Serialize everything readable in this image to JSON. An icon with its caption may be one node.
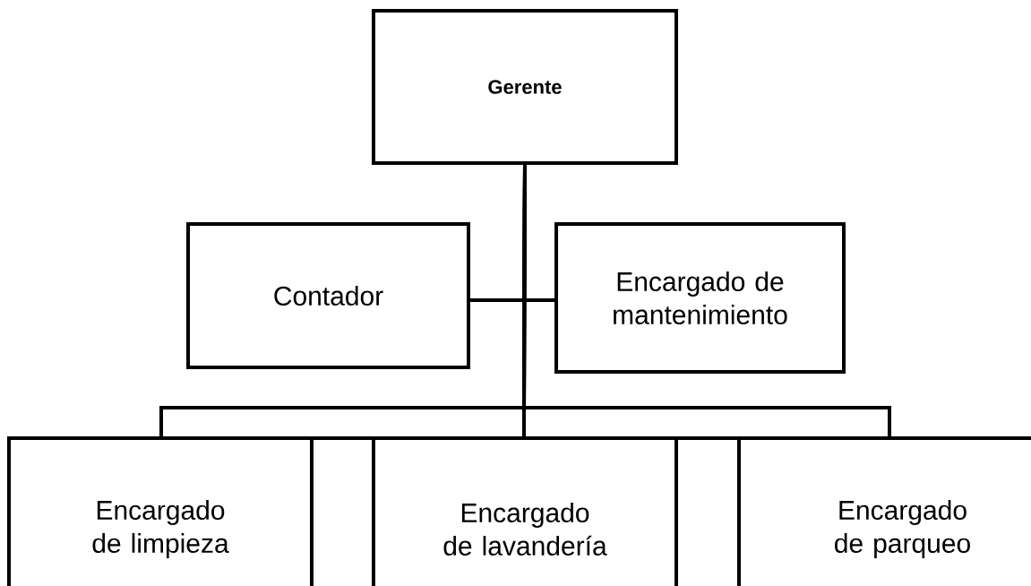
{
  "diagram": {
    "nodes": [
      {
        "text": [
          "Gerente"
        ]
      },
      {
        "text": [
          "Contador"
        ]
      },
      {
        "text": [
          "Encargado de mantenimiento"
        ]
      },
      {
        "text": [
          "Encargado de limpieza"
        ]
      },
      {
        "text": [
          "Encargado de lavandería"
        ]
      },
      {
        "text": [
          "Encargado de parqueo"
        ]
      }
    ],
    "edges": [
      {
        "from": 0,
        "to": 1,
        "arrow": "none"
      },
      {
        "from": 0,
        "to": 2,
        "arrow": "none"
      },
      {
        "from": 0,
        "to": 3,
        "arrow": "none"
      },
      {
        "from": 0,
        "to": 4,
        "arrow": "none"
      },
      {
        "from": 0,
        "to": 5,
        "arrow": "none"
      }
    ]
  }
}
